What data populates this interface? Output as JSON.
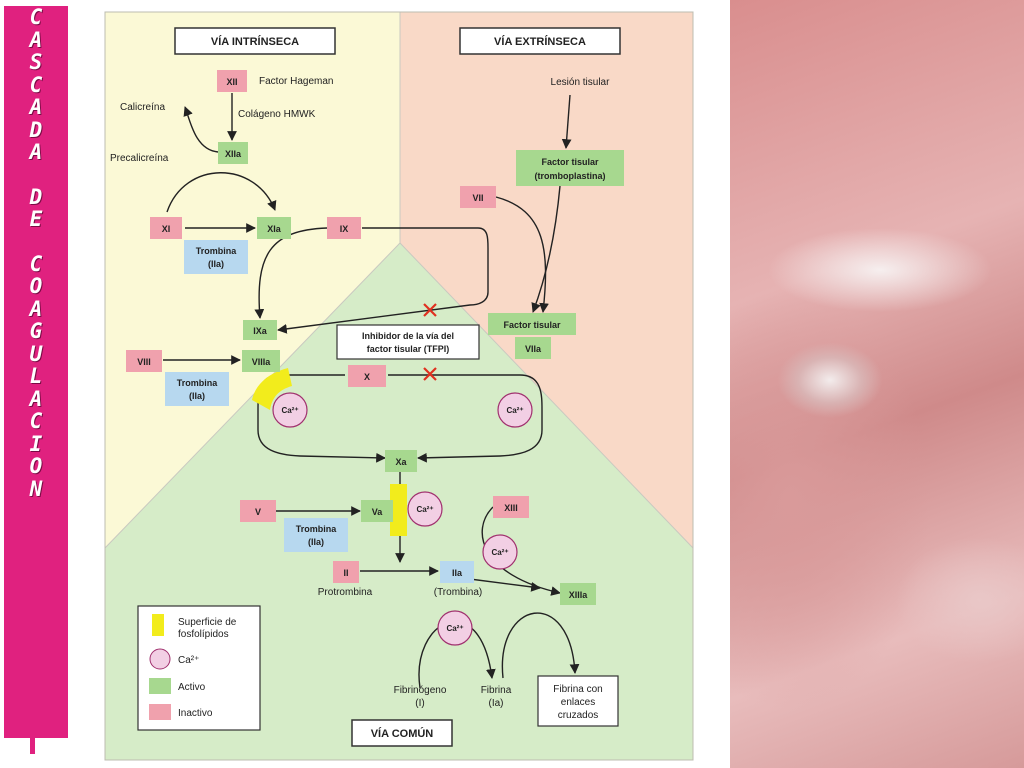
{
  "side_title": [
    "C",
    "A",
    "S",
    "C",
    "A",
    "D",
    "A",
    "",
    "D",
    "E",
    "",
    "C",
    "O",
    "A",
    "G",
    "U",
    "L",
    "A",
    "C",
    "I",
    "O",
    "N"
  ],
  "sections": {
    "intrinsic": "VÍA INTRÍNSECA",
    "extrinsic": "VÍA EXTRÍNSECA",
    "common": "VÍA COMÚN"
  },
  "factors": {
    "XII": "XII",
    "XIIa": "XIIa",
    "XI": "XI",
    "XIa": "XIa",
    "IX": "IX",
    "IXa": "IXa",
    "VIII": "VIII",
    "VIIIa": "VIIIa",
    "VII": "VII",
    "VIIa": "VIIa",
    "X": "X",
    "Xa": "Xa",
    "V": "V",
    "Va": "Va",
    "II": "II",
    "IIa": "IIa",
    "XIII": "XIII",
    "XIIIa": "XIIIa",
    "trombina_1": "Trombina",
    "trombina_1b": "(IIa)",
    "trombina_2": "Trombina",
    "trombina_2b": "(IIa)",
    "trombina_3": "Trombina",
    "trombina_3b": "(IIa)",
    "factor_tisular_1": "Factor tisular",
    "factor_tisular_1b": "(tromboplastina)",
    "factor_tisular_2": "Factor tisular"
  },
  "labels": {
    "factor_hageman": "Factor Hageman",
    "colageno": "Colágeno HMWK",
    "calicreina": "Calicreína",
    "precalicreina": "Precalicreína",
    "lesion_tisular": "Lesión tisular",
    "tfpi_1": "Inhibidor de la vía del",
    "tfpi_2": "factor tisular (TFPI)",
    "protrombina": "Protrombina",
    "trombina_paren": "(Trombina)",
    "fibrinogeno_1": "Fibrinógeno",
    "fibrinogeno_2": "(I)",
    "fibrina_1": "Fibrina",
    "fibrina_2": "(Ia)",
    "cross_1": "Fibrina con",
    "cross_2": "enlaces",
    "cross_3": "cruzados",
    "ca": "Ca²⁺"
  },
  "legend": {
    "phospholipid_1": "Superficie de",
    "phospholipid_2": "fosfolípidos",
    "calcium": "Ca²⁺",
    "active": "Activo",
    "inactive": "Inactivo"
  },
  "colors": {
    "active": "#a7d88f",
    "inactive": "#f0a1ad",
    "calcium": "#f2cfe4",
    "phospholipid": "#f2ec1c",
    "title_bar": "#e0217f"
  }
}
